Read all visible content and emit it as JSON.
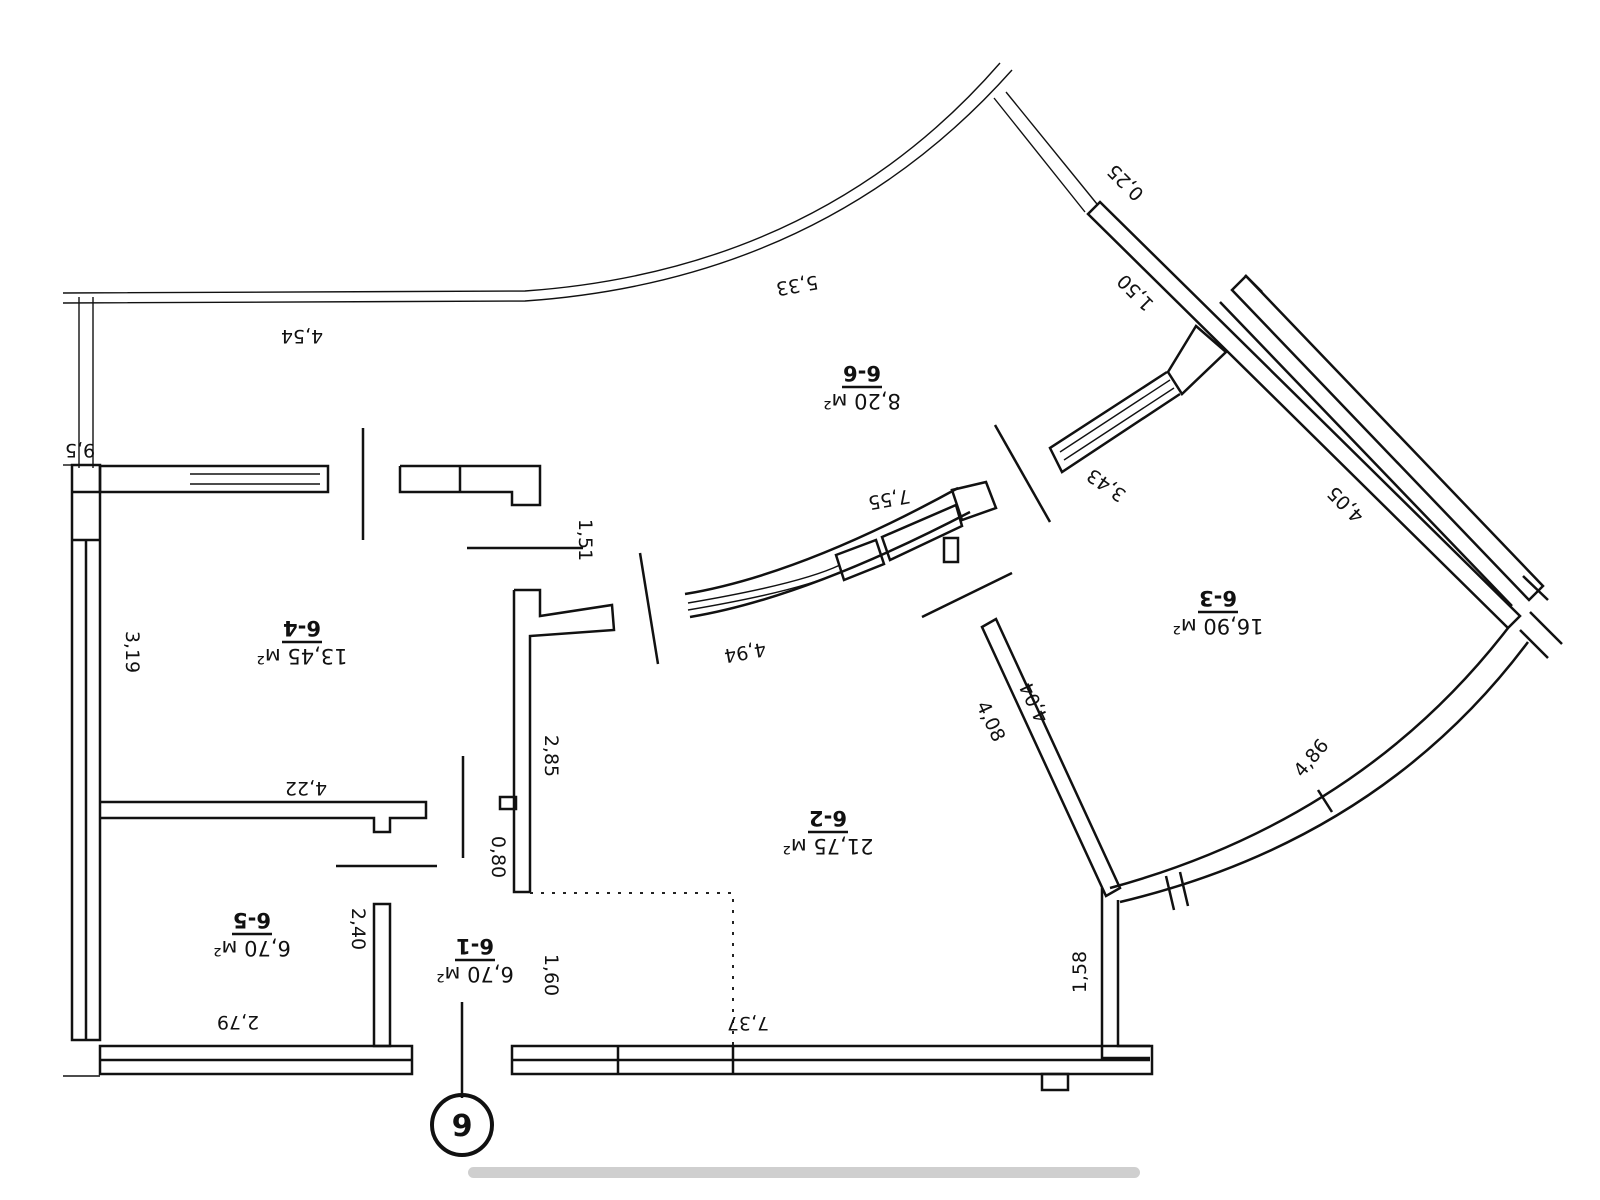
{
  "plan": {
    "marker": "6",
    "rooms": [
      {
        "id": "6-1",
        "area": "6,70 м²"
      },
      {
        "id": "6-2",
        "area": "21,75 м²"
      },
      {
        "id": "6-3",
        "area": "16,90 м²"
      },
      {
        "id": "6-4",
        "area": "13,45 м²"
      },
      {
        "id": "6-5",
        "area": "6,70 м²"
      },
      {
        "id": "6-6",
        "area": "8,20 м²"
      }
    ],
    "dimensions": {
      "d_0_25": "0,25",
      "d_1_50": "1,50",
      "d_5_33": "5,33",
      "d_4_54": "4,54",
      "d_9_5": "9,5",
      "d_3_19": "3,19",
      "d_1_51": "1,51",
      "d_7_55": "7,55",
      "d_4_94": "4,94",
      "d_3_43": "3,43",
      "d_4_05": "4,05",
      "d_2_85": "2,85",
      "d_4_22": "4,22",
      "d_4_08": "4,08",
      "d_4_04": "4,04",
      "d_4_86": "4,86",
      "d_0_80": "0,80",
      "d_2_40": "2,40",
      "d_1_60": "1,60",
      "d_1_58": "1,58",
      "d_2_79": "2,79",
      "d_7_37": "7,37"
    }
  }
}
